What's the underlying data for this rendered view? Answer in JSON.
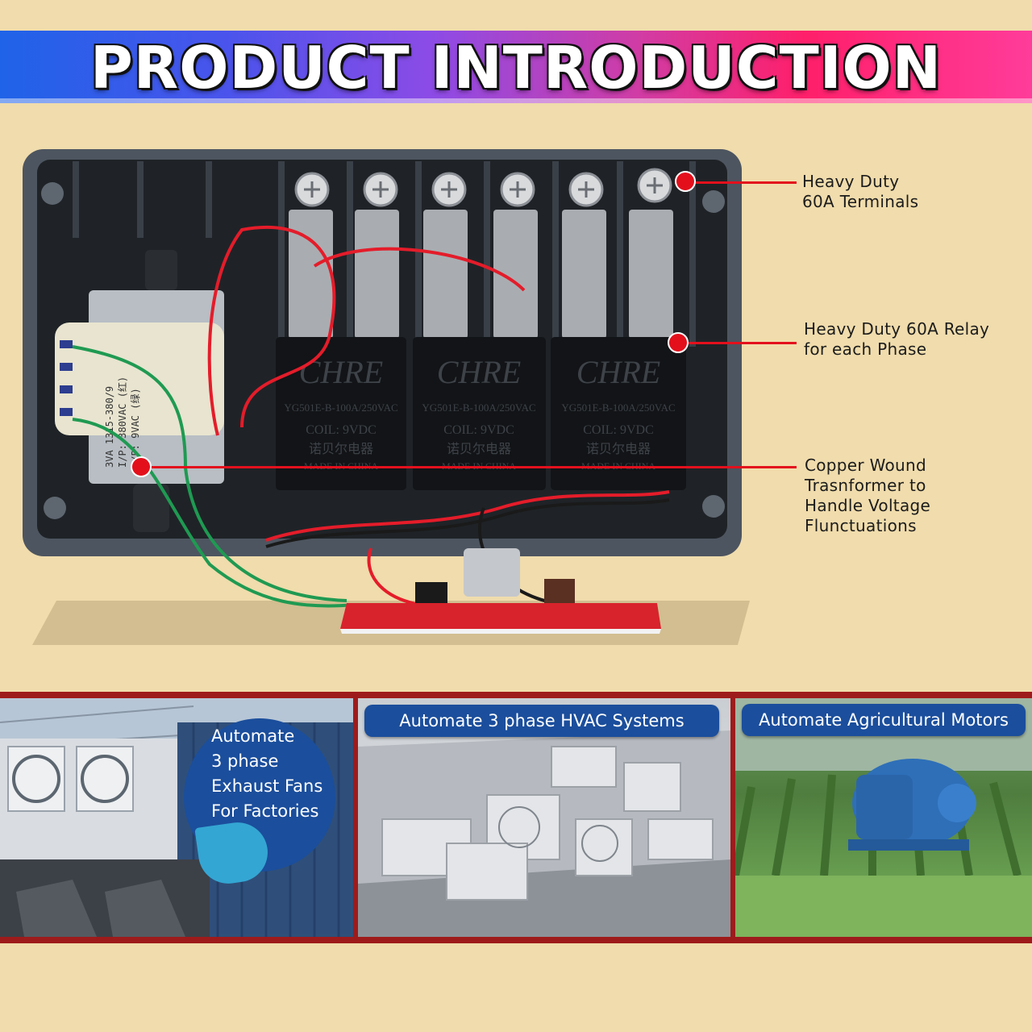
{
  "header": {
    "title": "PRODUCT INTRODUCTION"
  },
  "colors": {
    "background": "#f0dcac",
    "callout": "#e3101c",
    "pill": "#1b4e9c",
    "strip": "#9e1b1b"
  },
  "product": {
    "relays": [
      {
        "brand": "CHRE",
        "model": "YG501E-B-100A/250VAC",
        "coil": "COIL: 9VDC",
        "maker": "诺贝尔电器",
        "origin": "MADE IN CHINA"
      },
      {
        "brand": "CHRE",
        "model": "YG501E-B-100A/250VAC",
        "coil": "COIL: 9VDC",
        "maker": "诺贝尔电器",
        "origin": "MADE IN CHINA"
      },
      {
        "brand": "CHRE",
        "model": "YG501E-B-100A/250VAC",
        "coil": "COIL: 9VDC",
        "maker": "诺贝尔电器",
        "origin": "MADE IN CHINA"
      }
    ],
    "transformer_label": [
      "3VA 1315-380/9",
      "I/P: 380VAC (红)",
      "O/P: 9VAC (绿)"
    ]
  },
  "callouts": [
    {
      "lines": [
        "Heavy Duty",
        "60A Terminals"
      ]
    },
    {
      "lines": [
        "Heavy Duty 60A Relay",
        "for each Phase"
      ]
    },
    {
      "lines": [
        "Copper Wound",
        "Trasnformer to",
        "Handle Voltage",
        "Flunctuations"
      ]
    }
  ],
  "applications": [
    {
      "lines": [
        "Automate",
        "3 phase",
        "Exhaust Fans",
        "For Factories"
      ]
    },
    {
      "label": "Automate 3 phase HVAC Systems"
    },
    {
      "label": "Automate Agricultural Motors"
    }
  ]
}
